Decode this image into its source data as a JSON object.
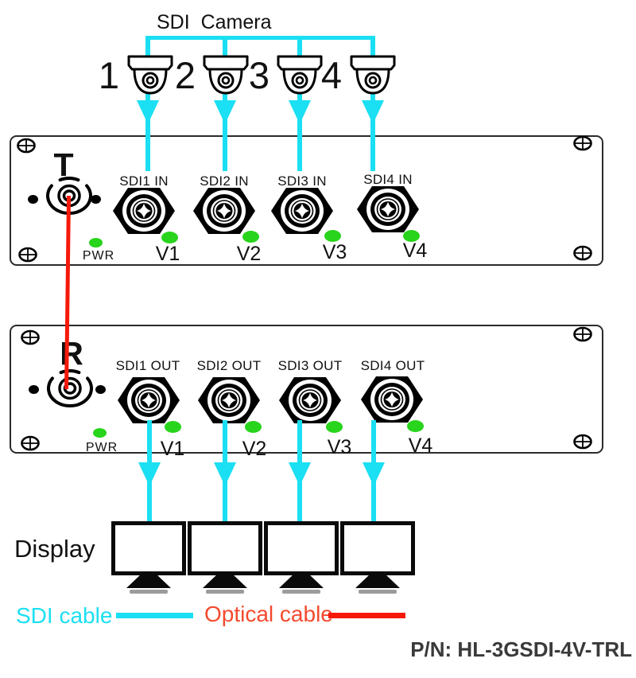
{
  "title": "SDI  Camera",
  "cameras": [
    "1",
    "2",
    "3",
    "4"
  ],
  "transmitter": {
    "label": "T",
    "ports": [
      "SDI1 IN",
      "SDI2 IN",
      "SDI3 IN",
      "SDI4 IN"
    ],
    "pwr_label": "PWR",
    "channel_leds": [
      "V1",
      "V2",
      "V3",
      "V4"
    ]
  },
  "receiver": {
    "label": "R",
    "ports": [
      "SDI1 OUT",
      "SDI2 OUT",
      "SDI3 OUT",
      "SDI4 OUT"
    ],
    "pwr_label": "PWR",
    "channel_leds": [
      "V1",
      "V2",
      "V3",
      "V4"
    ]
  },
  "display_label": "Display",
  "legend": {
    "sdi_cable": "SDI cable",
    "optical_cable": "Optical cable"
  },
  "part_number": "P/N: HL-3GSDI-4V-TRL",
  "colors": {
    "sdi_cyan": "#1bdff2",
    "optical_red": "#f6190a",
    "optical_text": "#f54a2e",
    "led_green": "#28d41c"
  }
}
